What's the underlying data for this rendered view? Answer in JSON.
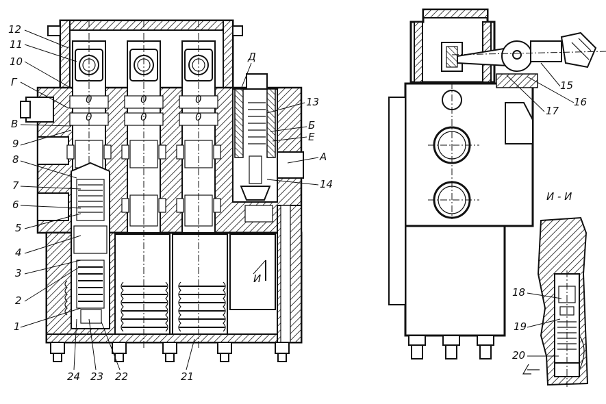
{
  "labels": {
    "n1": "1",
    "n2": "2",
    "n3": "3",
    "n4": "4",
    "n5": "5",
    "n6": "6",
    "n7": "7",
    "n8": "8",
    "n9": "9",
    "n10": "10",
    "n11": "11",
    "n12": "12",
    "n13": "13",
    "n14": "14",
    "n15": "15",
    "n16": "16",
    "n17": "17",
    "n18": "18",
    "n19": "19",
    "n20": "20",
    "n21": "21",
    "n22": "22",
    "n23": "23",
    "n24": "24",
    "A": "А",
    "B": "Б",
    "V": "В",
    "G": "Г",
    "D": "Д",
    "E": "Е",
    "I": "И"
  },
  "section_title": "И - И"
}
